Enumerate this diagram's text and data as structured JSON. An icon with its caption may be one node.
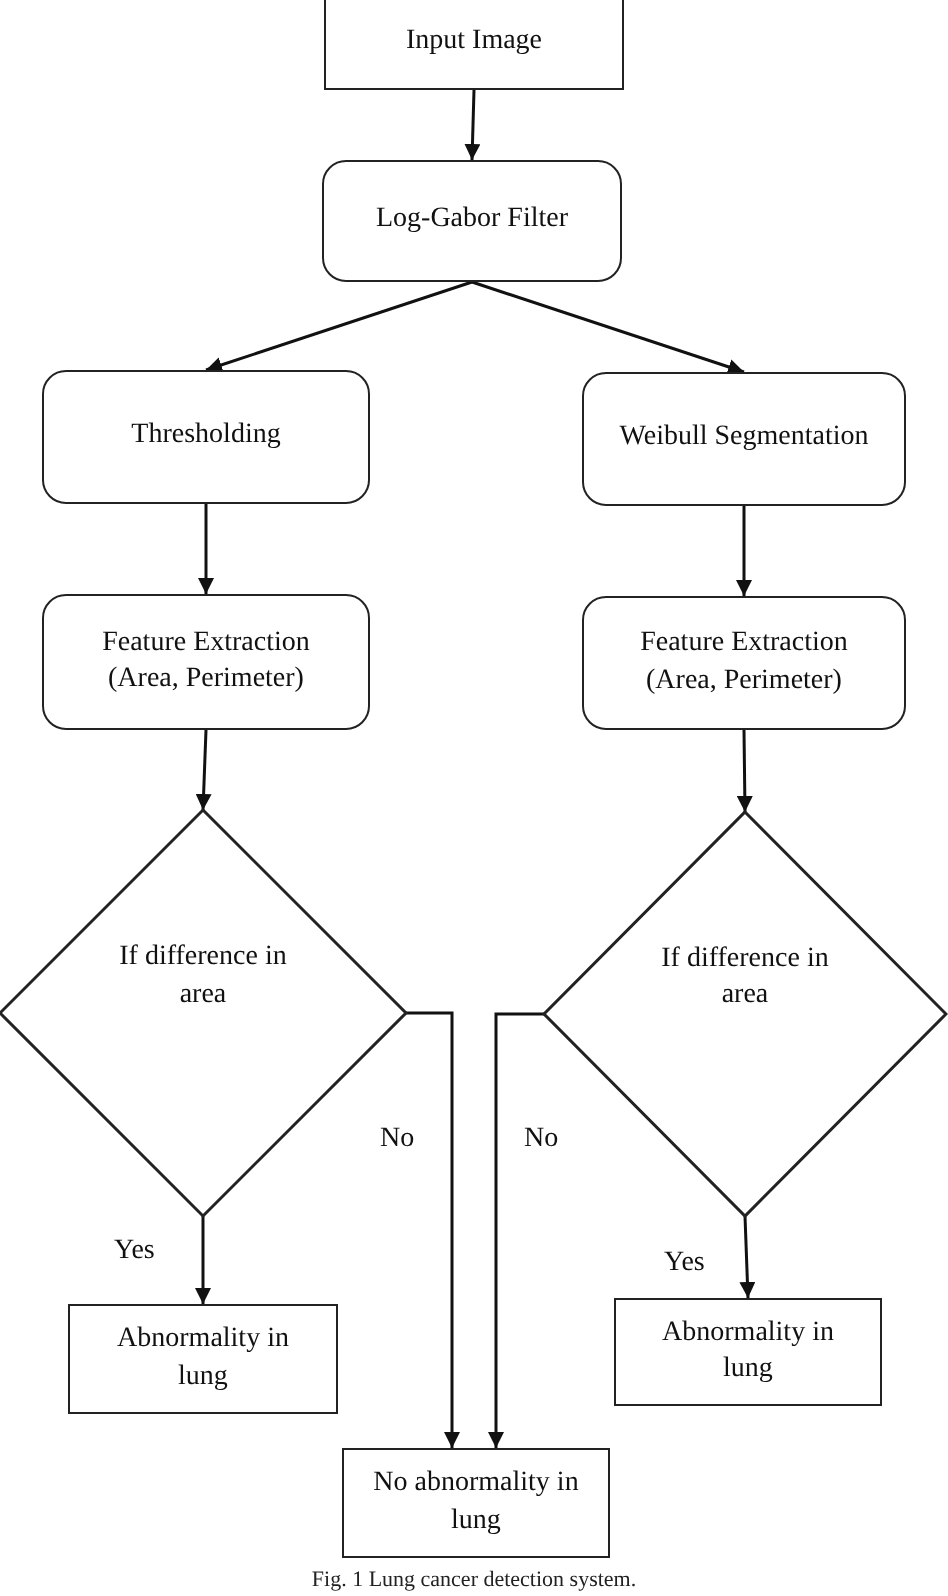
{
  "diagram": {
    "caption": "Fig. 1 Lung cancer detection system.",
    "nodes": [
      {
        "text": [
          "Input Image"
        ]
      },
      {
        "text": [
          "Log-Gabor Filter"
        ]
      },
      {
        "text": [
          "Thresholding"
        ]
      },
      {
        "text": [
          "Weibull Segmentation"
        ]
      },
      {
        "text": [
          "Feature Extraction (Area, Perimeter)"
        ]
      },
      {
        "text": [
          "Feature Extraction (Area, Perimeter)"
        ]
      },
      {
        "text": [
          "If difference in area"
        ]
      },
      {
        "text": [
          "If difference in area"
        ]
      },
      {
        "text": [
          "Abnormality in lung"
        ]
      },
      {
        "text": [
          "Abnormality in lung"
        ]
      },
      {
        "text": [
          "No abnormality in lung"
        ]
      }
    ],
    "edges": [
      {
        "from": 0,
        "to": 1,
        "arrow": "to"
      },
      {
        "from": 1,
        "to": 2,
        "arrow": "to"
      },
      {
        "from": 1,
        "to": 3,
        "arrow": "to"
      },
      {
        "from": 2,
        "to": 4,
        "arrow": "to"
      },
      {
        "from": 3,
        "to": 5,
        "arrow": "to"
      },
      {
        "from": 4,
        "to": 6,
        "arrow": "to"
      },
      {
        "from": 5,
        "to": 7,
        "arrow": "to"
      },
      {
        "from": 6,
        "to": 8,
        "label": "Yes",
        "arrow": "to"
      },
      {
        "from": 7,
        "to": 9,
        "label": "Yes",
        "arrow": "to"
      },
      {
        "from": 6,
        "to": 10,
        "label": "No",
        "arrow": "to"
      },
      {
        "from": 7,
        "to": 10,
        "label": "No",
        "arrow": "to"
      }
    ]
  }
}
